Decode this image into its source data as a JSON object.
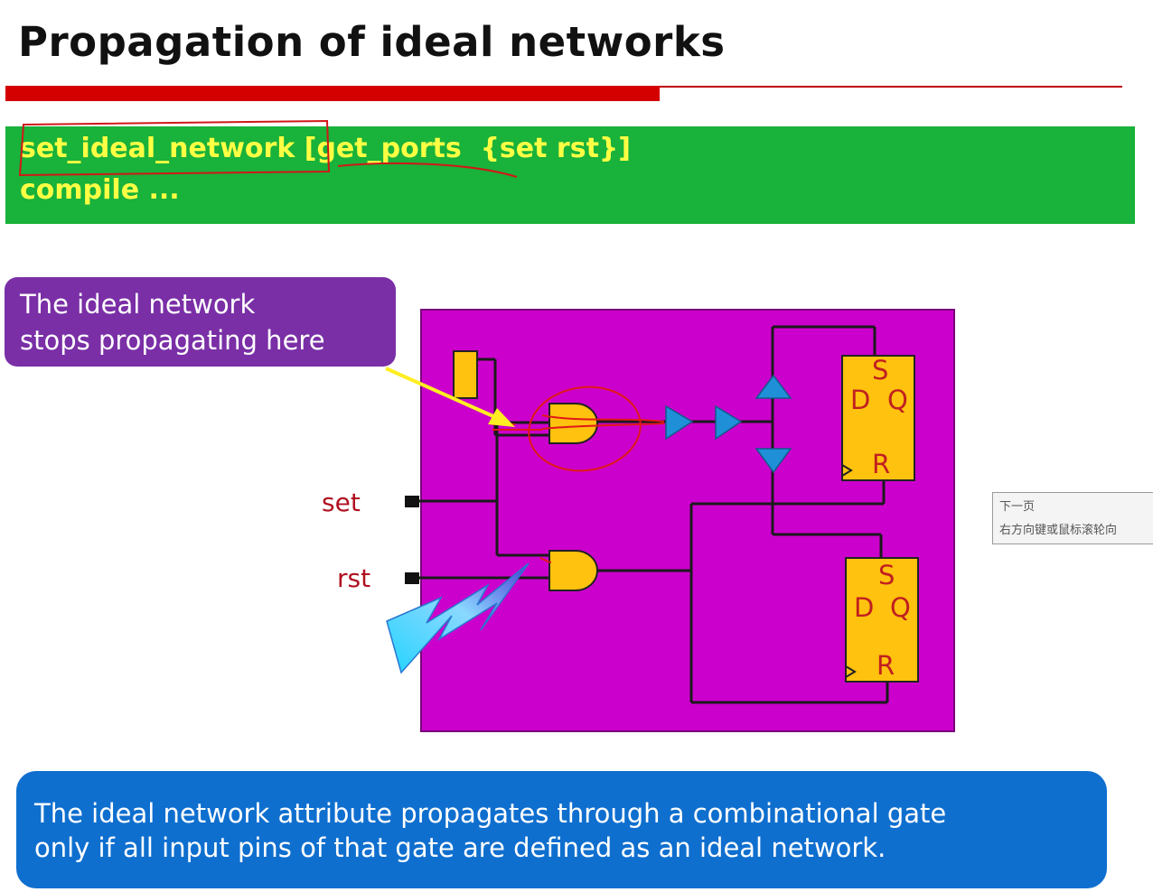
{
  "slide": {
    "title": "Propagation of ideal networks",
    "code": {
      "line1": "set_ideal_network [get_ports  {set rst}]",
      "line2": "compile ..."
    },
    "callout": {
      "line1": "The ideal network",
      "line2": "stops propagating here"
    },
    "note": {
      "line1": "The ideal network attribute propagates through a combinational gate",
      "line2": "only if all input pins of that gate are defined as an ideal network."
    }
  },
  "diagram": {
    "ports": {
      "set": "set",
      "rst": "rst"
    },
    "flipflop_top": {
      "s": "S",
      "d": "D",
      "q": "Q",
      "r": "R"
    },
    "flipflop_bottom": {
      "s": "S",
      "d": "D",
      "q": "Q",
      "r": "R"
    }
  },
  "tooltip": {
    "line1": "下一页",
    "line2": "右方向键或鼠标滚轮向"
  },
  "colors": {
    "title_bar": "#d40000",
    "code_background": "#19b23a",
    "code_text": "#ffff44",
    "callout": "#7a2fa6",
    "circuit_background": "#cc00cc",
    "gate_fill": "#ffc20e",
    "buffer_fill": "#1f8fd8",
    "note_background": "#0f6fcf"
  }
}
